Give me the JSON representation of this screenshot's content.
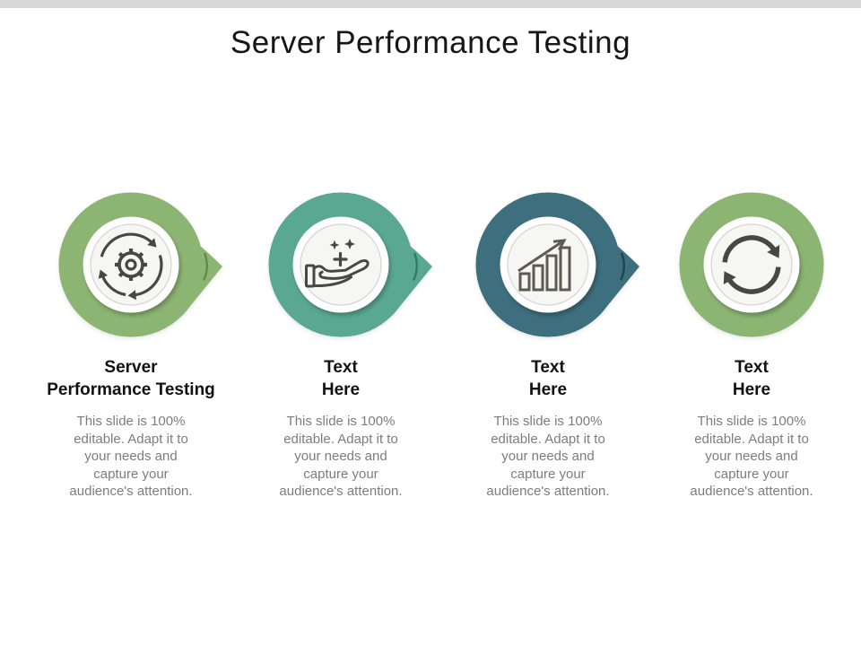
{
  "title": "Server Performance Testing",
  "shared": {
    "desc": [
      "This slide is 100%",
      "editable. Adapt it to",
      "your needs and",
      "capture your",
      "audience's attention."
    ]
  },
  "colors": {
    "top_strip": "#d8d8d8",
    "heading_text": "#121212",
    "body_text": "#7d7d7d",
    "icon_stroke": "#474747",
    "bars_icon_stroke": "#5d5b50"
  },
  "steps": [
    {
      "heading_line1": "Server",
      "heading_line2": "Performance Testing",
      "ring_color": "#8CB573",
      "crease_color": "#5F8C49",
      "icon": "gear-cycle-icon",
      "has_tail": "true"
    },
    {
      "heading_line1": "Text",
      "heading_line2": "Here",
      "ring_color": "#5AA892",
      "crease_color": "#2F7A68",
      "icon": "hand-giving-icon",
      "has_tail": "true"
    },
    {
      "heading_line1": "Text",
      "heading_line2": "Here",
      "ring_color": "#3E6F7E",
      "crease_color": "#1E4450",
      "icon": "growth-bars-icon",
      "has_tail": "true"
    },
    {
      "heading_line1": "Text",
      "heading_line2": "Here",
      "ring_color": "#8CB573",
      "crease_color": "#5F8C49",
      "icon": "refresh-icon",
      "has_tail": "false"
    }
  ]
}
